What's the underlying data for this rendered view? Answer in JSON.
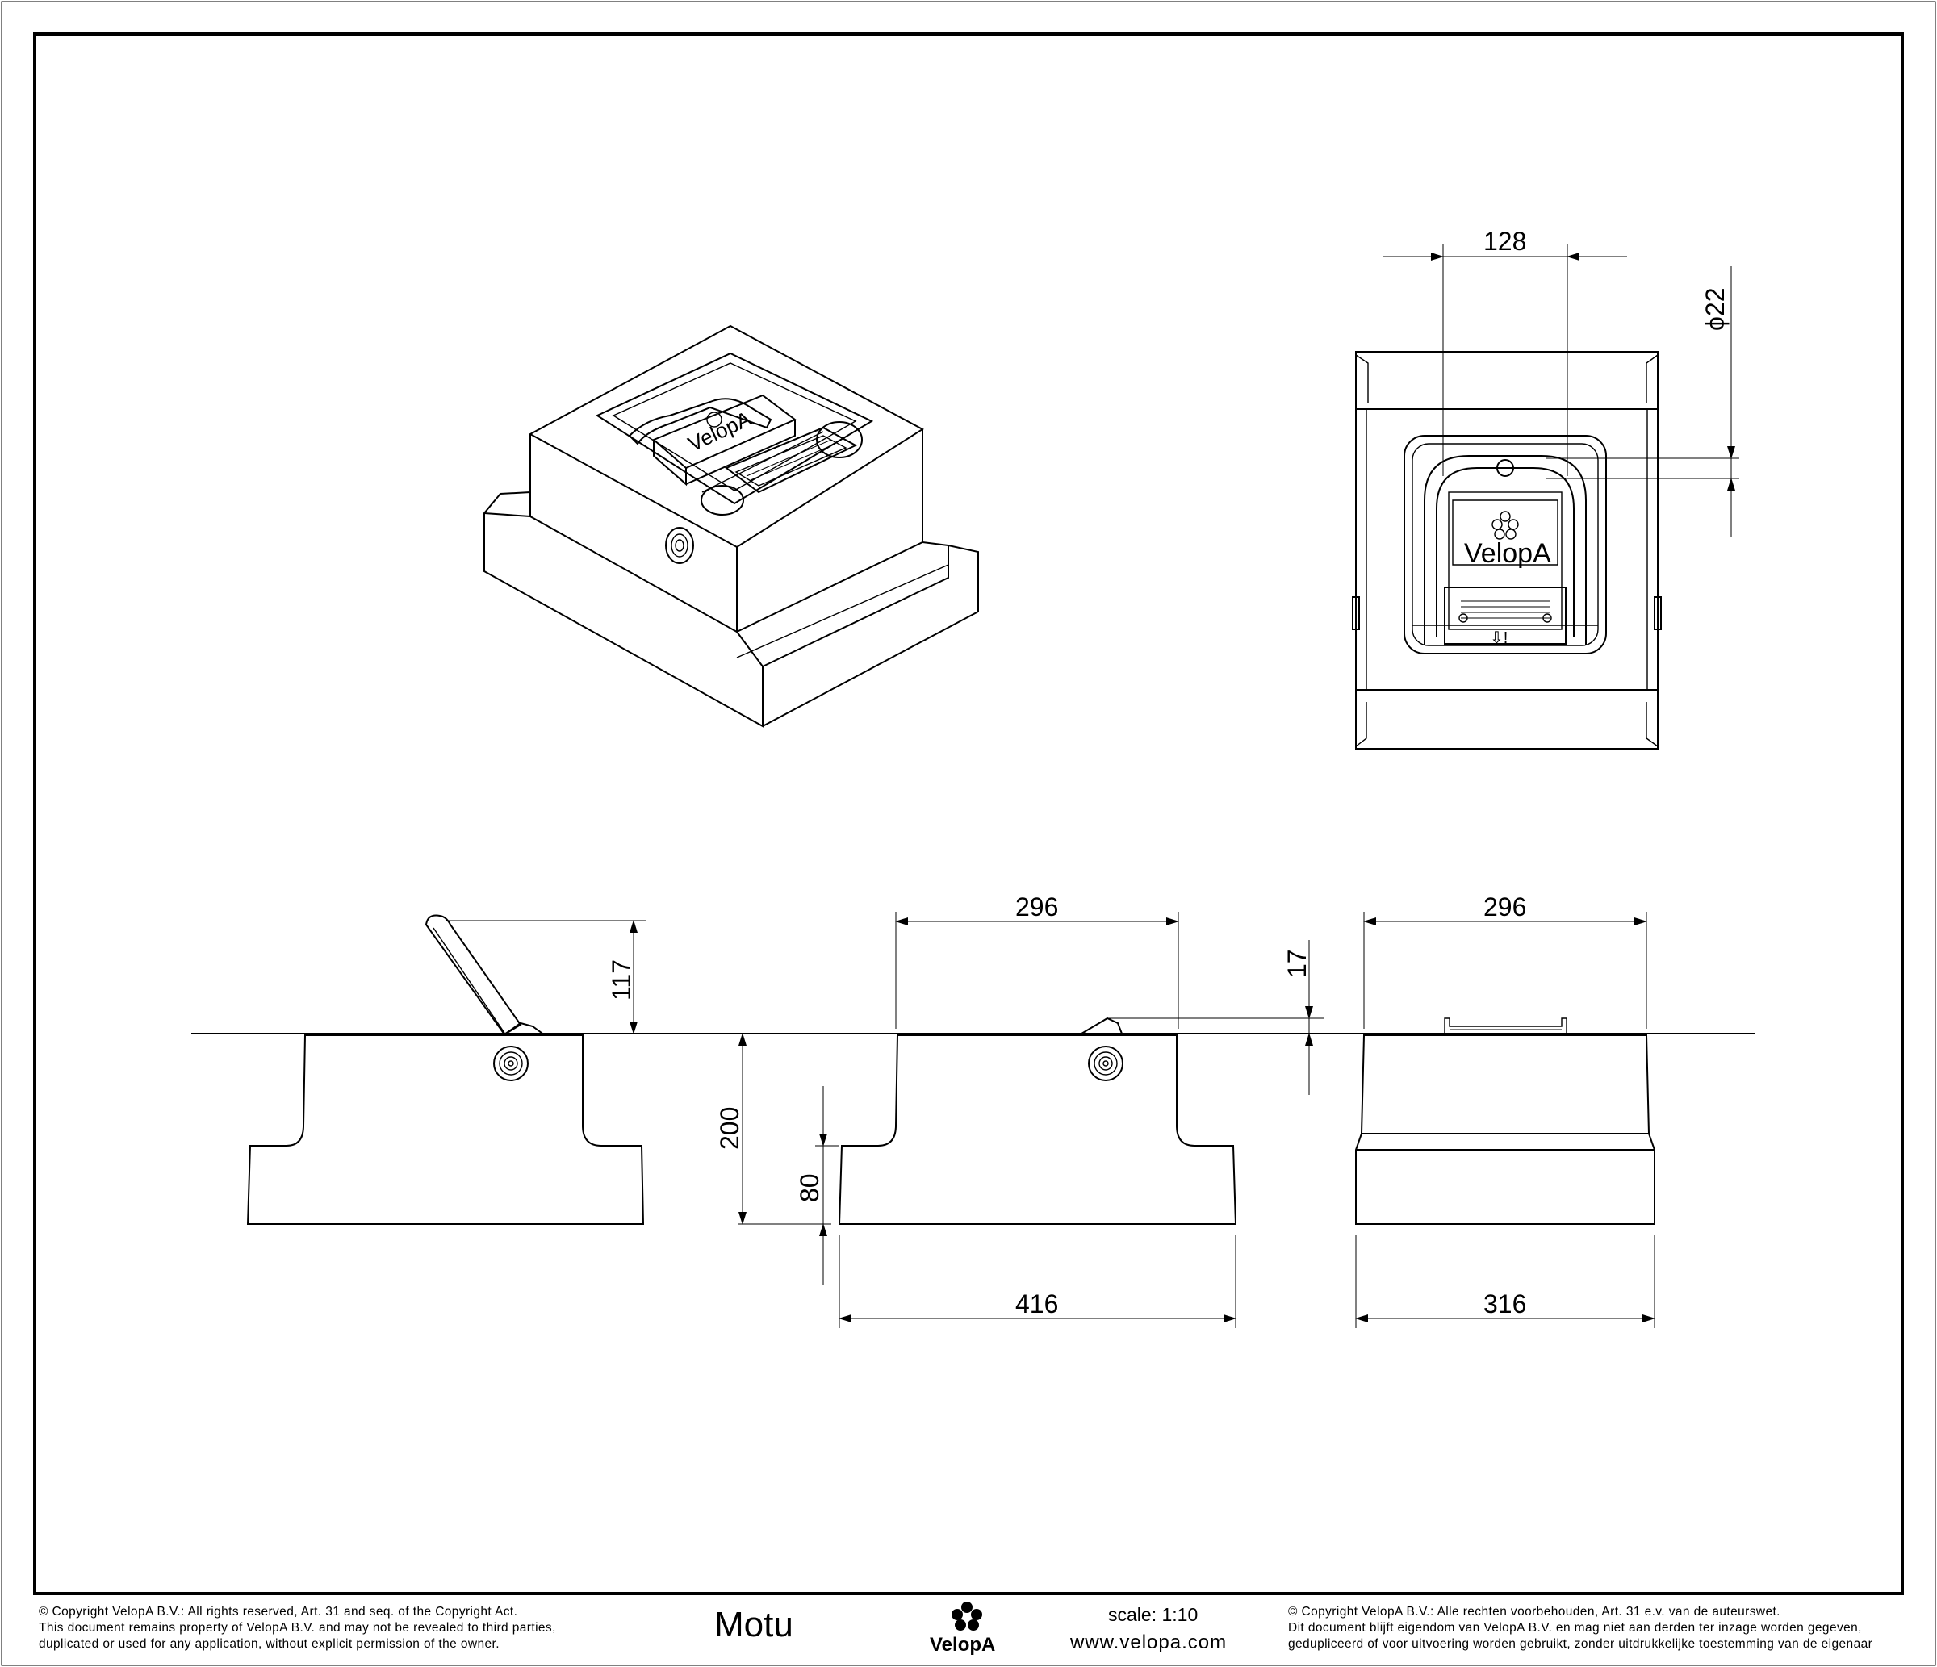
{
  "drawing": {
    "title": "Motu",
    "scale": "scale: 1:10",
    "website": "www.velopa.com",
    "brand": "VelopA",
    "copyright_en": [
      "©  Copyright VelopA B.V.: All rights reserved, Art. 31 and seq. of the Copyright Act.",
      "This document remains property of VelopA B.V. and may not be revealed to third parties,",
      "duplicated or used for any application, without explicit permission of the owner."
    ],
    "copyright_nl": [
      "©  Copyright VelopA B.V.: Alle rechten voorbehouden, Art. 31 e.v. van de auteurswet.",
      "Dit document blijft eigendom van VelopA B.V. en mag niet aan derden ter inzage worden gegeven,",
      "gedupliceerd of voor uitvoering worden gebruikt, zonder uitdrukkelijke toestemming van de eigenaar"
    ]
  },
  "dimensions": {
    "top_handle_width": "128",
    "top_tube_diameter": "ϕ22",
    "side_handle_height": "117",
    "front_width_top": "296",
    "front_height": "200",
    "front_foot_height": "80",
    "front_width_base": "416",
    "front_pedal_height": "17",
    "end_width_top": "296",
    "end_width_base": "316"
  },
  "embossed_labels": {
    "logo": "VelopA"
  }
}
